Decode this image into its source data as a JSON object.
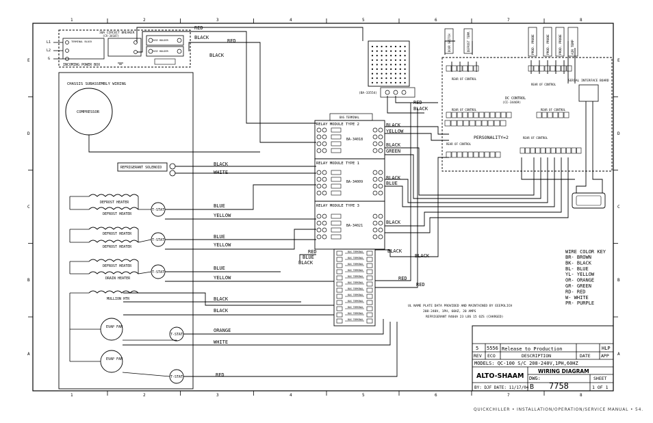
{
  "zones": {
    "columns": [
      "1",
      "2",
      "3",
      "4",
      "5",
      "6",
      "7",
      "8"
    ],
    "rows": [
      "E",
      "D",
      "C",
      "B",
      "A"
    ]
  },
  "power_box": {
    "title": "INCOMING POWER BOX",
    "breaker": "30A CIRCUIT BREAKER",
    "breaker_part": "(CV-34187)",
    "terminal_block": "TERMINAL BLOCK",
    "fuse_a": "FUSE HOLDER",
    "fuse_b": "FUSE HOLDER",
    "inputs": [
      "L1",
      "L2",
      "G"
    ]
  },
  "chassis": {
    "title": "CHASSIS SUBASSEMBLY WIRING"
  },
  "components": {
    "compressor": "COMPRESSOR",
    "solenoid": "REFRIGERANT SOLENOID",
    "heater": "DEFROST HEATER",
    "drain_heater": "DRAIN HEATER",
    "mullion": "MULLION HTR",
    "evap_fan": "EVAP FAN",
    "tstat": "T-STAT",
    "keypad": "(BA-33554)"
  },
  "relays": [
    {
      "title": "RELAY MODULE TYPE 2",
      "part": "BA-34018"
    },
    {
      "title": "RELAY MODULE TYPE 1",
      "part": "BA-34009"
    },
    {
      "title": "RELAY MODULE TYPE 3",
      "part": "BA-34021"
    }
  ],
  "terminal_strip": {
    "label": "BAS TERMINAL"
  },
  "controller": {
    "title": "DC CONTROL",
    "part": "(CI-34469)",
    "personality": "PERSONALITY=2",
    "rear": "REAR OF CONTROL",
    "serial": "SERIAL INTERFACE BOARD",
    "probes": [
      "PROD. PROBE",
      "PROD. PROBE",
      "PROD. PROBE",
      "AIR TEMP"
    ],
    "sensors": [
      "DOOR SWITCH",
      "DEFROST TERM."
    ]
  },
  "wires": {
    "red": "RED",
    "black": "BLACK",
    "white": "WHITE",
    "blue": "BLUE",
    "yellow": "YELLOW",
    "green": "GREEN",
    "orange": "ORANGE"
  },
  "color_key": {
    "title": "WIRE COLOR KEY",
    "entries": [
      "BR- BROWN",
      "BK- BLACK",
      "BL- BLUE",
      "YL- YELLOW",
      "OR- ORANGE",
      "GR- GREEN",
      "RD- RED",
      "W- WHITE",
      "PR- PURPLE"
    ]
  },
  "notes": {
    "plate": "UL NAME PLATE DATA PROVIDED AND MAINTAINED BY EEEPOLICH",
    "rating": "208-240V, 1PH, 60HZ, 20 AMPS",
    "refrigerant": "REFRIGERANT R404A 23 LBS 15 OZS (CHARGED)"
  },
  "title_block": {
    "rev": "5",
    "eco": "5556",
    "desc": "Release to Production",
    "app": "HLP",
    "hdr_rev": "REV",
    "hdr_eco": "ECO",
    "hdr_desc": "DESCRIPTION",
    "hdr_date": "DATE",
    "hdr_app": "APP",
    "models": "MODELS: QC-100 S/C 208-240V,1PH,60HZ",
    "company": "ALTO-SHAAM",
    "title": "WIRING DIAGRAM",
    "dwg_label": "DWG:",
    "dwg_prefix": "B",
    "dwg": "7758",
    "sheet_label": "SHEET",
    "sheet": "1 OF 1",
    "by": "BY: DJF DATE: 11/17/04"
  },
  "footer": "QUICKCHILLER • INSTALLATION/OPERATION/SERVICE MANUAL • 54."
}
